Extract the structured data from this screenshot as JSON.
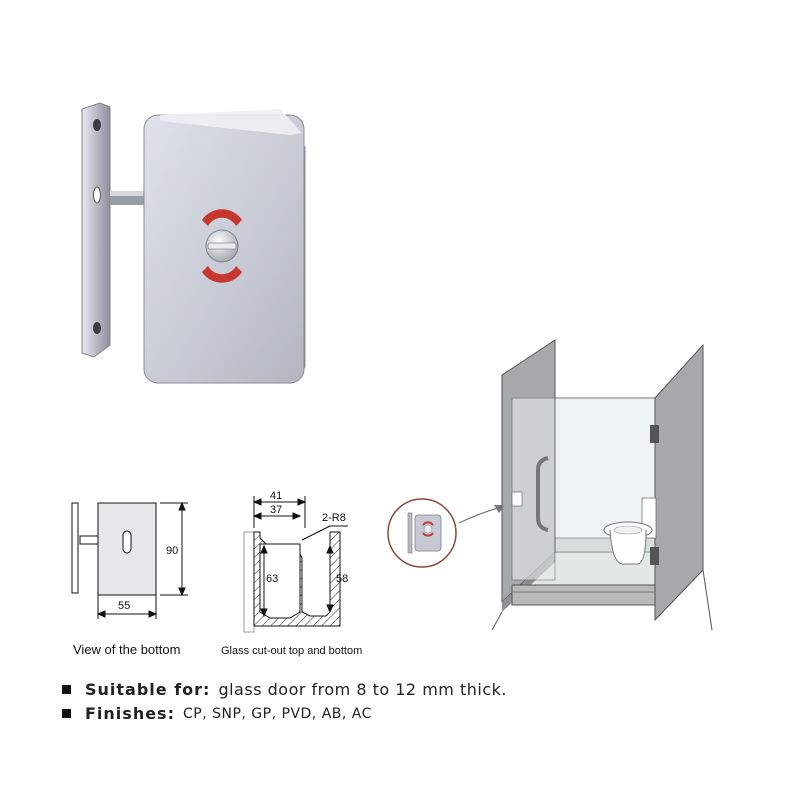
{
  "bottom_view": {
    "caption": "View of the bottom",
    "dim_height": "90",
    "dim_width": "55"
  },
  "cutout": {
    "caption": "Glass cut-out top and bottom",
    "dim_outer_width": "41",
    "dim_inner_width": "37",
    "dim_radius": "2-R8",
    "dim_left_height": "63",
    "dim_right_height": "58"
  },
  "specs": [
    {
      "label": "Suitable for:",
      "value": "glass door from 8 to 12 mm thick."
    },
    {
      "label": "Finishes:",
      "value": "CP, SNP, GP, PVD, AB, AC"
    }
  ],
  "colors": {
    "chrome": "#c9ccd6",
    "indicator_red": "#c8372d",
    "wall_gray": "#a7a8aa",
    "glass": "#eef4f3"
  }
}
